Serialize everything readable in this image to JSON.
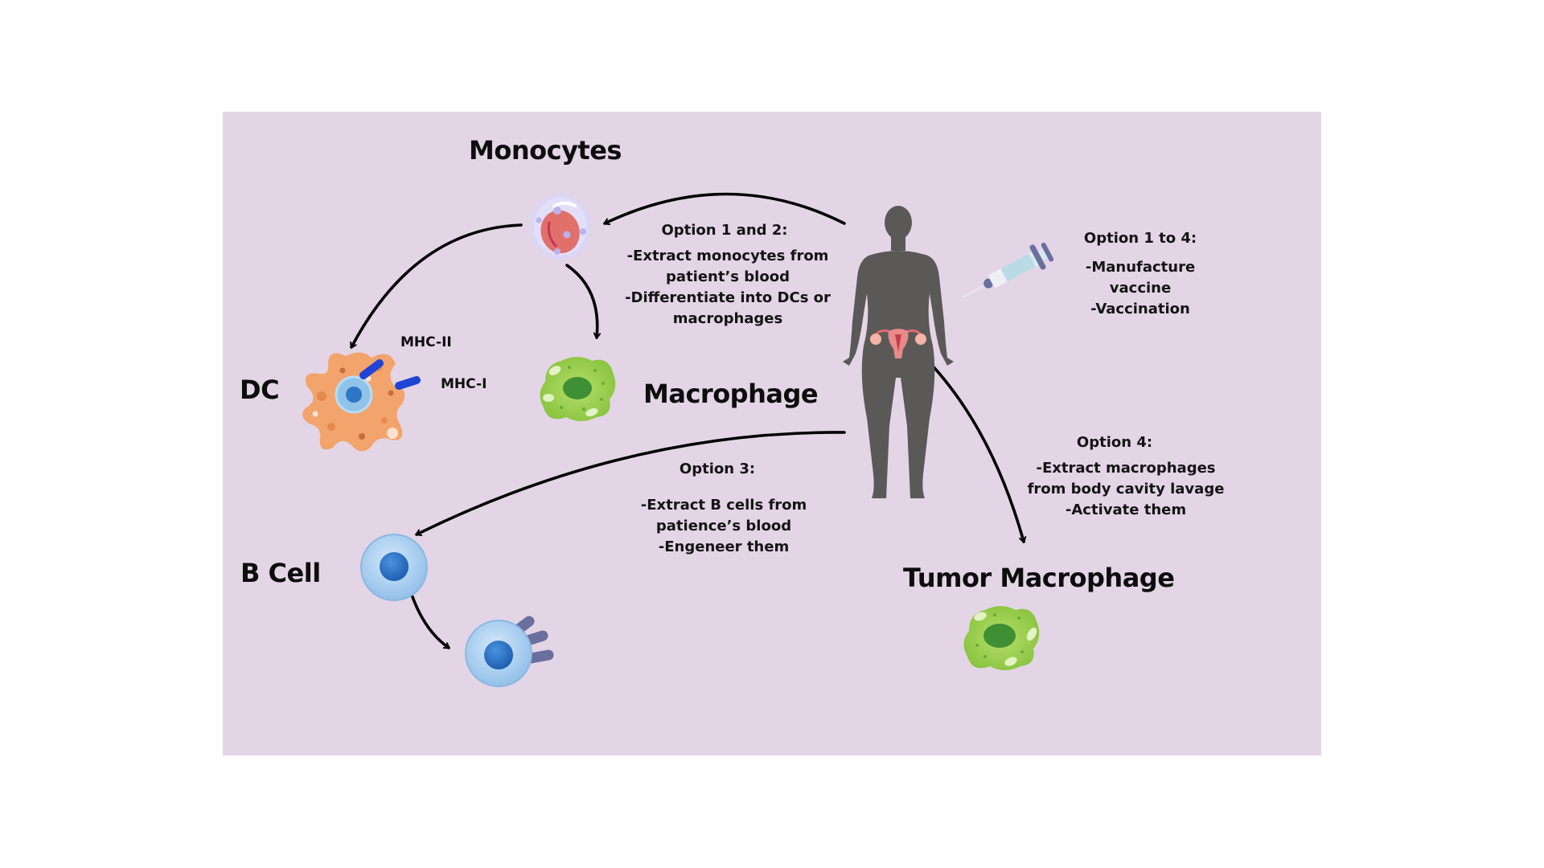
{
  "diagram": {
    "background_color": "#e3d5e6",
    "nodes": {
      "monocytes": {
        "label": "Monocytes",
        "icon": "monocyte-cell-icon"
      },
      "dc": {
        "label": "DC",
        "icon": "dendritic-cell-icon"
      },
      "mhc_ii": {
        "label": "MHC-II"
      },
      "mhc_i": {
        "label": "MHC-I"
      },
      "macrophage": {
        "label": "Macrophage",
        "icon": "macrophage-cell-icon"
      },
      "b_cell": {
        "label": "B Cell",
        "icon": "b-cell-icon"
      },
      "engineered_b_cell": {
        "icon": "engineered-b-cell-icon"
      },
      "tumor_macrophage": {
        "label": "Tumor Macrophage",
        "icon": "tumor-macrophage-cell-icon"
      },
      "patient": {
        "icon": "human-body-icon"
      },
      "vaccine": {
        "icon": "syringe-icon"
      }
    },
    "annotations": {
      "option_1_2": {
        "heading": "Option 1 and 2:",
        "lines": [
          "-Extract monocytes from",
          "patient’s blood",
          "-Differentiate into DCs or",
          "macrophages"
        ]
      },
      "option_1_4": {
        "heading": "Option 1 to 4:",
        "lines": [
          "-Manufacture",
          "vaccine",
          "-Vaccination"
        ]
      },
      "option_3": {
        "heading": "Option 3:",
        "lines": [
          "-Extract B cells from",
          "patience’s blood",
          "-Engeneer them"
        ]
      },
      "option_4": {
        "heading": "Option 4:",
        "lines": [
          "-Extract macrophages",
          "from body cavity lavage",
          "-Activate them"
        ]
      }
    },
    "edges": [
      {
        "from": "patient",
        "to": "monocytes"
      },
      {
        "from": "monocytes",
        "to": "dc"
      },
      {
        "from": "monocytes",
        "to": "macrophage"
      },
      {
        "from": "patient",
        "to": "b_cell"
      },
      {
        "from": "b_cell",
        "to": "engineered_b_cell"
      },
      {
        "from": "patient",
        "to": "tumor_macrophage"
      }
    ],
    "colors": {
      "arrow": "#000000",
      "dc_body": "#f2a46c",
      "mhc_bar": "#1f45d6",
      "macrophage_body": "#94cc4a",
      "macrophage_nucleus": "#3f8f35",
      "b_cell_body": "#a8cdef",
      "b_cell_nucleus": "#2f76c6",
      "receptor": "#6a6f9e",
      "monocyte_nucleus": "#e2706a",
      "human": "#5a5958",
      "uterus": "#e98a8a"
    }
  }
}
